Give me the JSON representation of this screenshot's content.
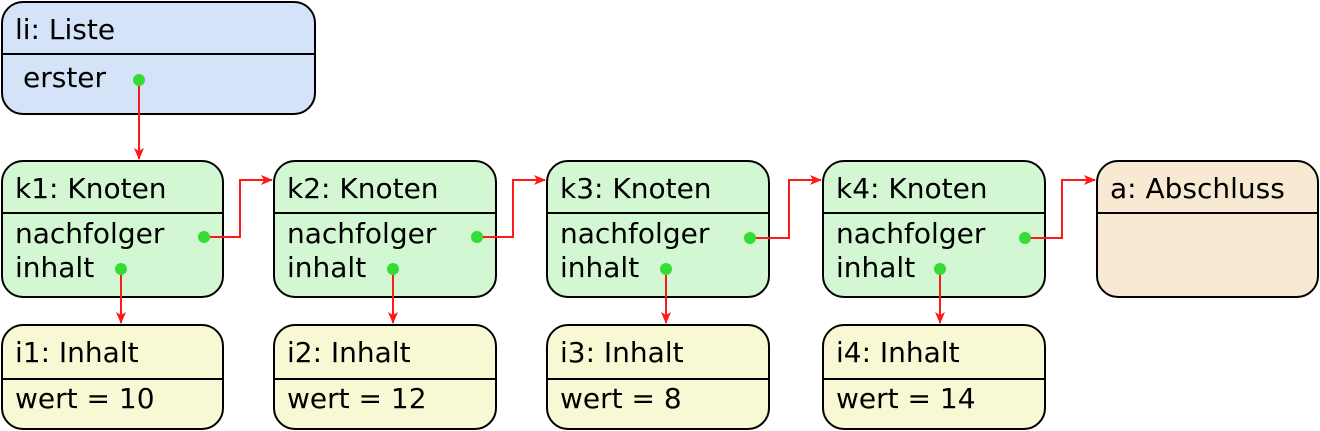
{
  "list": {
    "title": "li: Liste",
    "attr": "erster"
  },
  "nodes": [
    {
      "title": "k1: Knoten",
      "attr1": "nachfolger",
      "attr2": "inhalt"
    },
    {
      "title": "k2: Knoten",
      "attr1": "nachfolger",
      "attr2": "inhalt"
    },
    {
      "title": "k3: Knoten",
      "attr1": "nachfolger",
      "attr2": "inhalt"
    },
    {
      "title": "k4: Knoten",
      "attr1": "nachfolger",
      "attr2": "inhalt"
    }
  ],
  "contents": [
    {
      "title": "i1: Inhalt",
      "value": "wert = 10"
    },
    {
      "title": "i2: Inhalt",
      "value": "wert = 12"
    },
    {
      "title": "i3: Inhalt",
      "value": "wert = 8"
    },
    {
      "title": "i4: Inhalt",
      "value": "wert = 14"
    }
  ],
  "terminator": {
    "title": "a: Abschluss"
  },
  "colors": {
    "arrow": "#ff1a1a",
    "dot": "#33dd33"
  }
}
